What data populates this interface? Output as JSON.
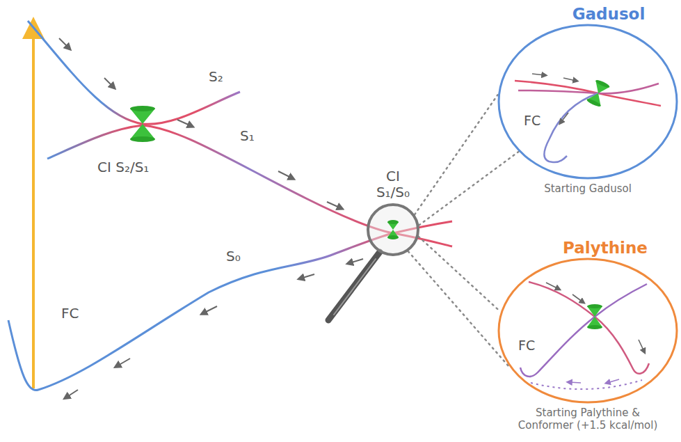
{
  "diagram": {
    "nodes": [
      {
        "text": [
          "CI S₁/S₀"
        ]
      },
      {
        "text": [
          "Gadusol",
          "FC",
          "Starting Gadusol"
        ]
      },
      {
        "text": [
          "Palythine",
          "FC",
          "Starting Palythine & Conformer (+1.5 kcal/mol)"
        ]
      }
    ],
    "edges": [
      {
        "from": 0,
        "to": 1,
        "arrow": "none"
      },
      {
        "from": 0,
        "to": 2,
        "arrow": "none"
      }
    ],
    "labels": [
      "S₂",
      "CI S₂/S₁",
      "S₁",
      "S₀",
      "FC"
    ]
  }
}
